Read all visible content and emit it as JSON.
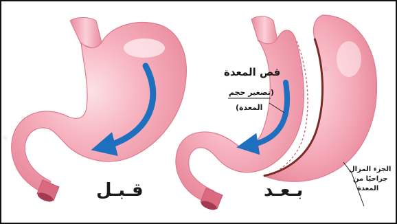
{
  "captions": {
    "before": "قـبـل",
    "after": "بـعـد"
  },
  "sleeve_label": {
    "title": "قص المعدة",
    "paren_line1": "(تصغير حجم",
    "paren_line2": "المعدة)"
  },
  "removed_label": {
    "line1": "الجزء المزال",
    "line2": "جراحيًا من",
    "line3": "المعدة"
  },
  "colors": {
    "stomach_fill": "#f5a0b0",
    "stomach_highlight": "#fbd3da",
    "stomach_edge": "#e07c8f",
    "arrow": "#1f6fbf",
    "cut_line": "#7a2a24"
  }
}
